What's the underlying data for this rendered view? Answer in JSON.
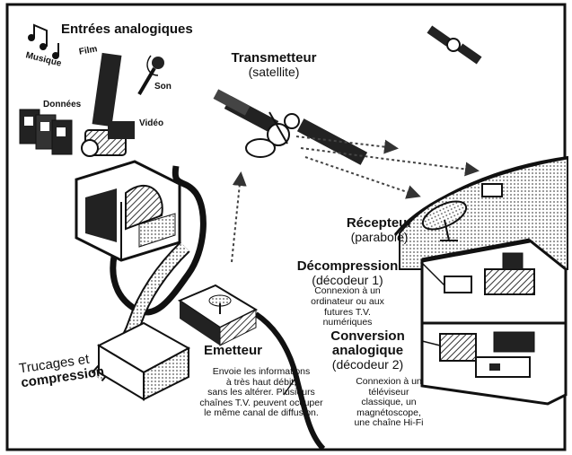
{
  "labels": {
    "inputs_title": "Entrées analogiques",
    "music": "Musique",
    "film": "Film",
    "sound": "Son",
    "data": "Données",
    "video": "Vidéo",
    "transmitter_title": "Transmetteur",
    "transmitter_sub": "(satellite)",
    "receiver_title": "Récepteur",
    "receiver_sub": "(parabole)",
    "decompression_title": "Décompression",
    "decompression_sub": "(décodeur 1)",
    "decompression_desc": [
      "Connexion à un",
      "ordinateur ou aux",
      "futures T.V.",
      "numériques"
    ],
    "conversion_title": [
      "Conversion",
      "analogique"
    ],
    "conversion_sub": "(décodeur 2)",
    "conversion_desc": [
      "Connexion à un",
      "téléviseur",
      "classique, un",
      "magnétoscope,",
      "une chaîne Hi-Fi"
    ],
    "effects_line1": "Trucages et",
    "effects_line2": "compression",
    "emitter_title": "Emetteur",
    "emitter_desc": [
      "Envoie les informations",
      "à très haut débit,",
      "sans les altérer. Plusieurs",
      "chaînes T.V. peuvent occuper",
      "le même canal de diffusion."
    ]
  }
}
